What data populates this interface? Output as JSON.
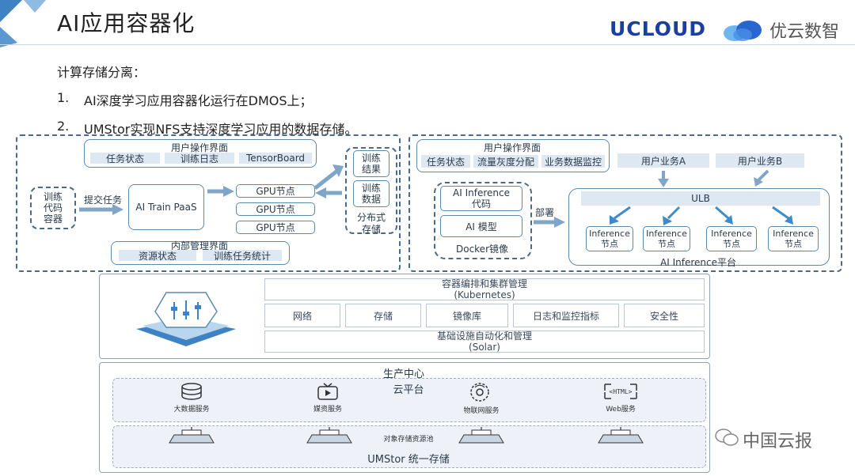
{
  "header": {
    "title": "AI应用容器化",
    "logo_text": "UCLOUD",
    "logo_cn": "优云数智",
    "watermark": "中国云报"
  },
  "bullets": {
    "intro": "计算存储分离：",
    "item1_num": "1.",
    "item1": "AI深度学习应用容器化运行在DMOS上；",
    "item2_num": "2.",
    "item2": "UMStor实现NFS支持深度学习应用的数据存储。"
  },
  "train": {
    "ui_title": "用户操作界面",
    "ui_tags": [
      "任务状态",
      "训练日志",
      "TensorBoard"
    ],
    "code_container": "训练\n代码\n容器",
    "submit": "提交任务",
    "paas": "AI Train PaaS",
    "gpu_nodes": [
      "GPU节点",
      "GPU节点",
      "GPU节点"
    ],
    "storage_items": [
      "训练\n结果",
      "训练\n数据"
    ],
    "storage_label": "分布式\n存储",
    "mgmt_title": "内部管理界面",
    "mgmt_tags": [
      "资源状态",
      "训练任务统计"
    ]
  },
  "inference": {
    "ui_title": "用户操作界面",
    "ui_tags": [
      "任务状态",
      "流量灰度分配",
      "业务数据监控"
    ],
    "code": "AI Inference\n代码",
    "model": "AI 模型",
    "docker": "Docker镜像",
    "deploy": "部署",
    "biz_a": "用户业务A",
    "biz_b": "用户业务B",
    "ulb": "ULB",
    "nodes": [
      "Inference\n节点",
      "Inference\n节点",
      "Inference\n节点",
      "Inference\n节点"
    ],
    "platform": "AI Inference平台"
  },
  "dmos": {
    "orch": "容器编排和集群管理",
    "orch_sub": "(Kubernetes)",
    "cells": [
      "网络",
      "存储",
      "镜像库",
      "日志和监控指标",
      "安全性"
    ],
    "infra": "基础设施自动化和管理",
    "infra_sub": "(Solar)"
  },
  "prod": {
    "title": "生产中心",
    "cloud": "云平台",
    "services": [
      "大数据服务",
      "媒资服务",
      "物联网服务",
      "Web服务"
    ],
    "pool": "对象存储资源池",
    "umstor": "UMStor 统一存储"
  },
  "colors": {
    "accent": "#4a8ac8",
    "tag_bg": "#dde8f2",
    "logo": "#1a3fa0"
  }
}
